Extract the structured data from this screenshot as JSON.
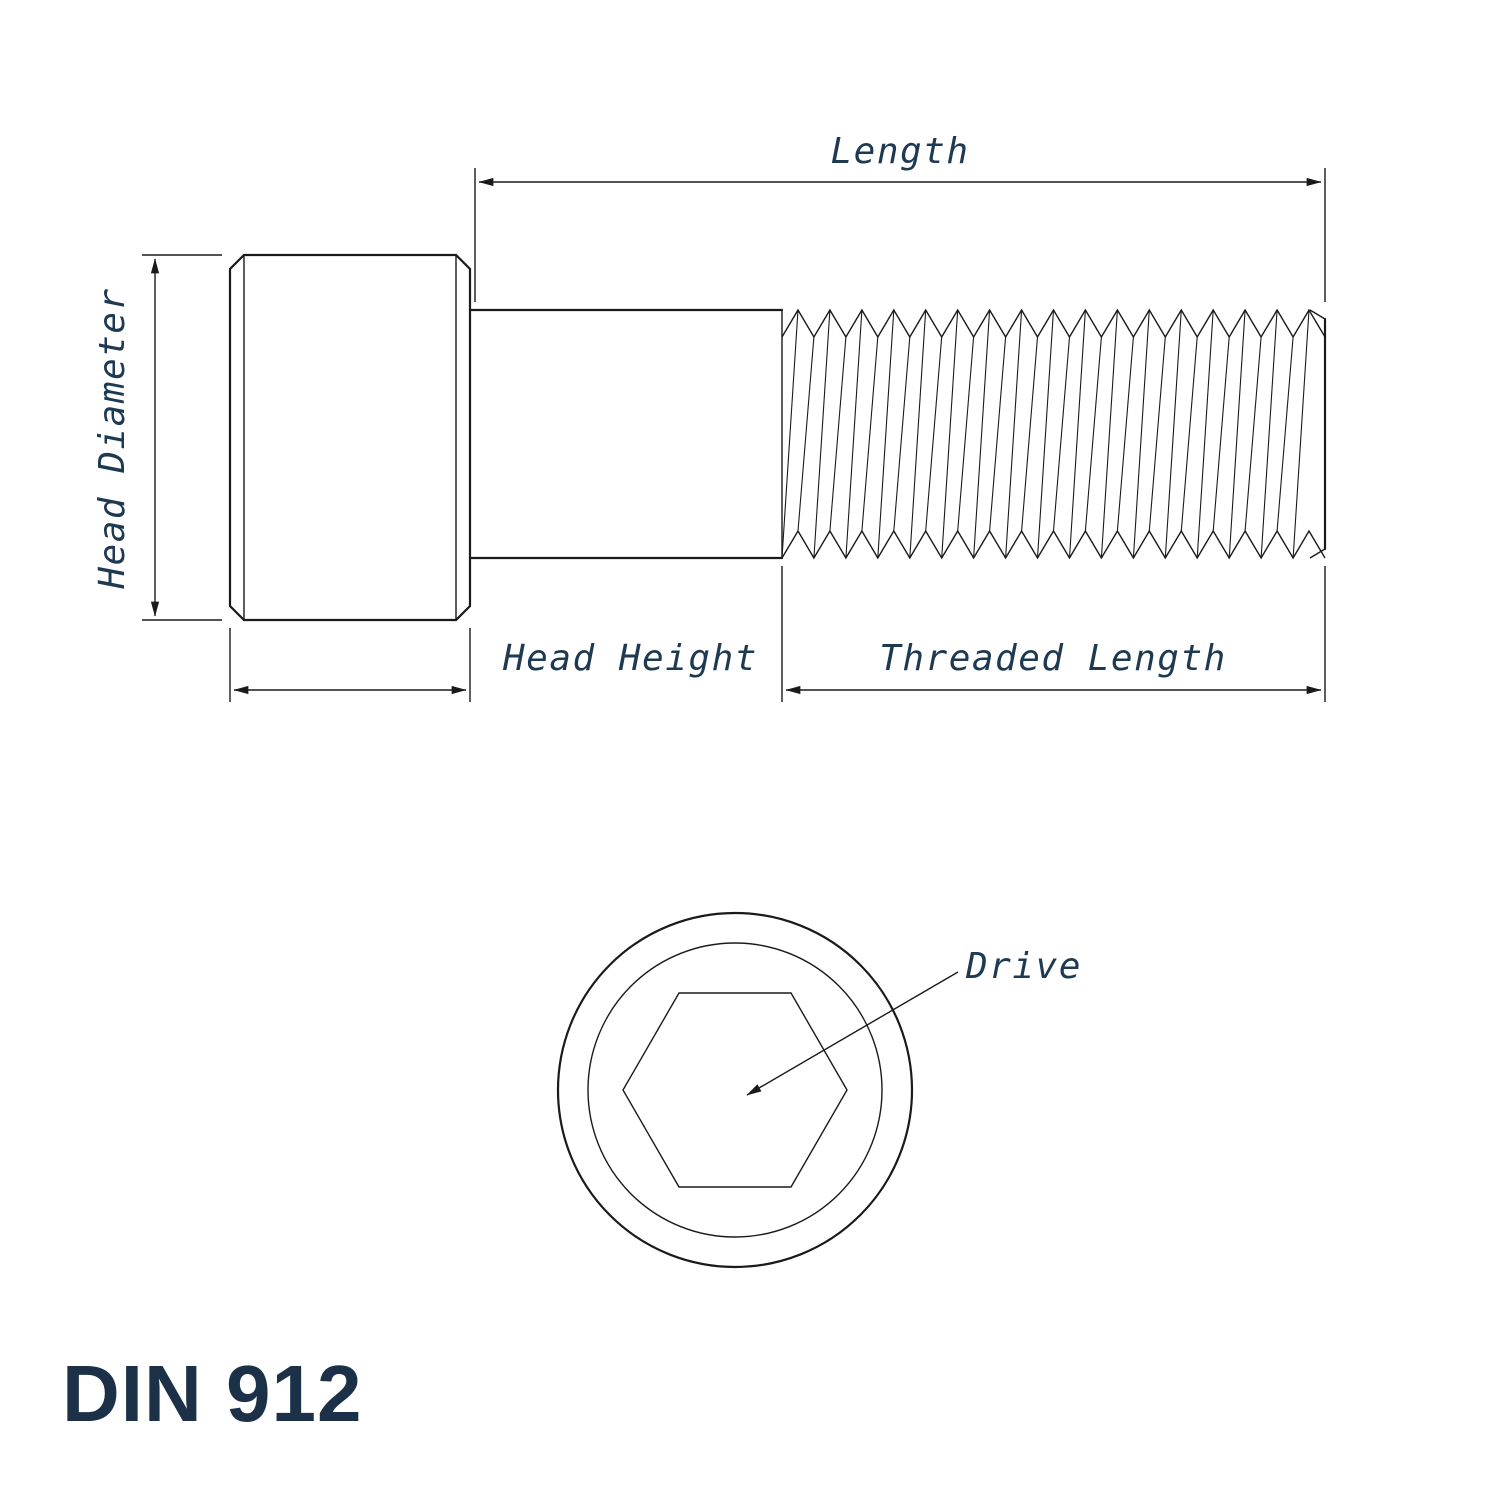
{
  "title": "DIN 912",
  "colors": {
    "line": "#1a1a1a",
    "label": "#1e3a52",
    "title": "#1c3148"
  },
  "labels": {
    "length": "Length",
    "head_diameter": "Head Diameter",
    "head_height": "Head Height",
    "threaded_length": "Threaded Length",
    "drive": "Drive"
  }
}
